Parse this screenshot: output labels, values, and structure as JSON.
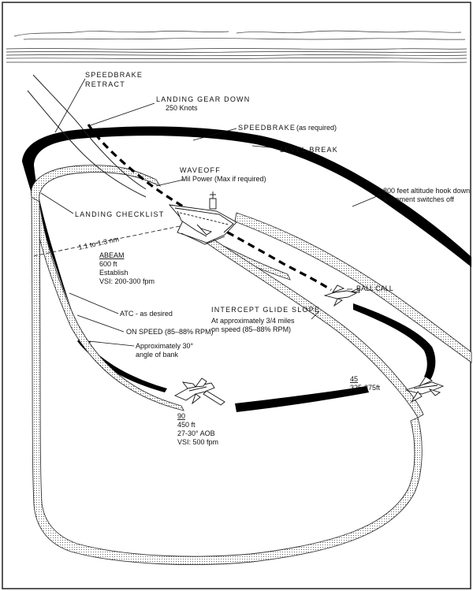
{
  "labels": {
    "speedbrake_retract": [
      "SPEEDBRAKE",
      "RETRACT"
    ],
    "gear_down": "LANDING GEAR DOWN",
    "gear_speed": "250 Knots",
    "speedbrake": "SPEEDBRAKE",
    "speedbrake_note": "(as required)",
    "level_break": "LEVEL BREAK",
    "waveoff": "WAVEOFF",
    "waveoff_note": "Mil Power (Max if required)",
    "hook_line1": "800 feet altitude hook down",
    "hook_line2": "armament switches off",
    "landing_checklist": "LANDING CHECKLIST",
    "distance": "1.1 to 1.3 nm",
    "abeam_title": "ABEAM",
    "abeam_alt": "600 ft",
    "abeam_est": "Establish",
    "abeam_vsi": "VSI:  200-300 fpm",
    "ball_call": "BALL CALL",
    "atc": "ATC - as desired",
    "intercept": "INTERCEPT GLIDE SLOPE",
    "intercept_line1": "At approximately 3/4 miles",
    "intercept_line2": "on speed (85–88% RPM)",
    "on_speed": "ON SPEED (85–88% RPM)",
    "bank_line1": "Approximately 30°",
    "bank_line2": "angle of bank",
    "pos45_title": "45",
    "pos45_alt": "325-375ft",
    "pos90_title": "90",
    "pos90_alt": "450 ft",
    "pos90_aob": "27-30°  AOB",
    "pos90_vsi": "VSI:  500 fpm"
  }
}
